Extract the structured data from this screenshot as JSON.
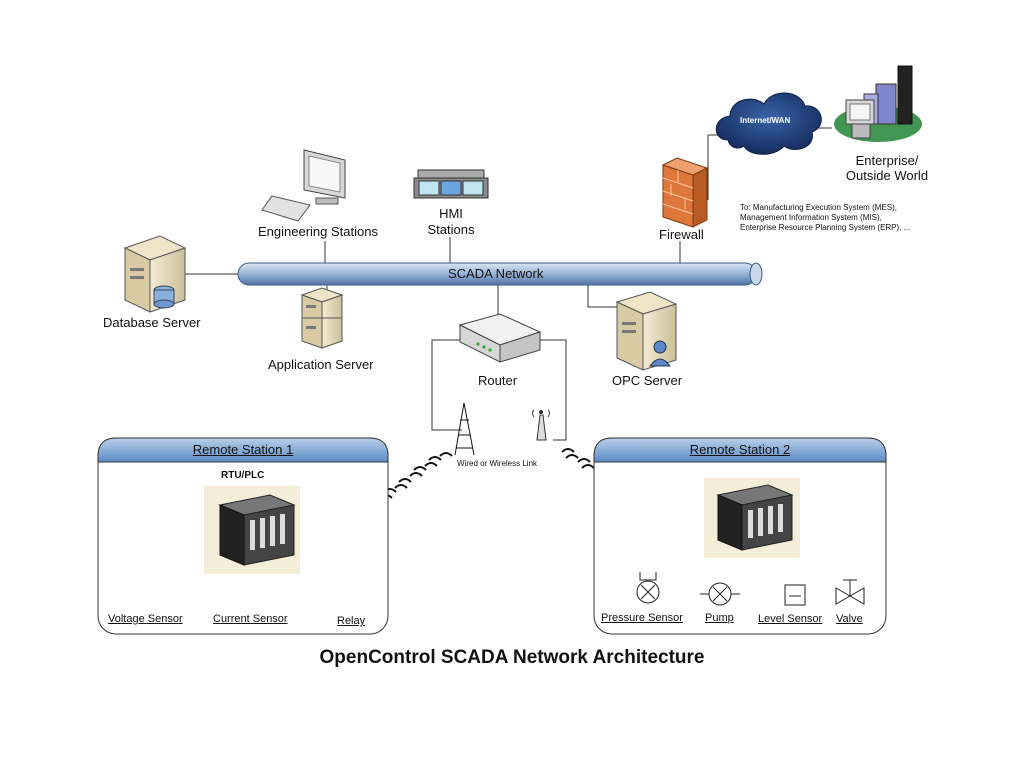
{
  "title": "OpenControl SCADA Network Architecture",
  "network": {
    "label": "SCADA Network"
  },
  "nodes": {
    "engineering_stations": "Engineering Stations",
    "hmi_stations": "HMI\nStations",
    "firewall": "Firewall",
    "internet_wan": "Internet/WAN",
    "enterprise": "Enterprise/\nOutside World",
    "database_server": "Database Server",
    "application_server": "Application Server",
    "router": "Router",
    "opc_server": "OPC Server",
    "link": "Wired or Wireless Link"
  },
  "enterprise_note": [
    "To: Manufacturing Execution System (MES),",
    "Management Information System (MIS),",
    "Enterprise Resource Planning System (ERP), ..."
  ],
  "station1": {
    "title": "Remote Station 1",
    "rtu_label": "RTU/PLC",
    "sensors": [
      "Voltage Sensor",
      "Current Sensor",
      "Relay"
    ]
  },
  "station2": {
    "title": "Remote Station 2",
    "sensors": [
      "Pressure Sensor",
      "Pump",
      "Level Sensor",
      "Valve"
    ]
  },
  "colors": {
    "network_pipe": "#9db8d8",
    "station_header": "#5b8bc4",
    "firewall": "#e0773a",
    "cloud": "#1f3f7a"
  }
}
